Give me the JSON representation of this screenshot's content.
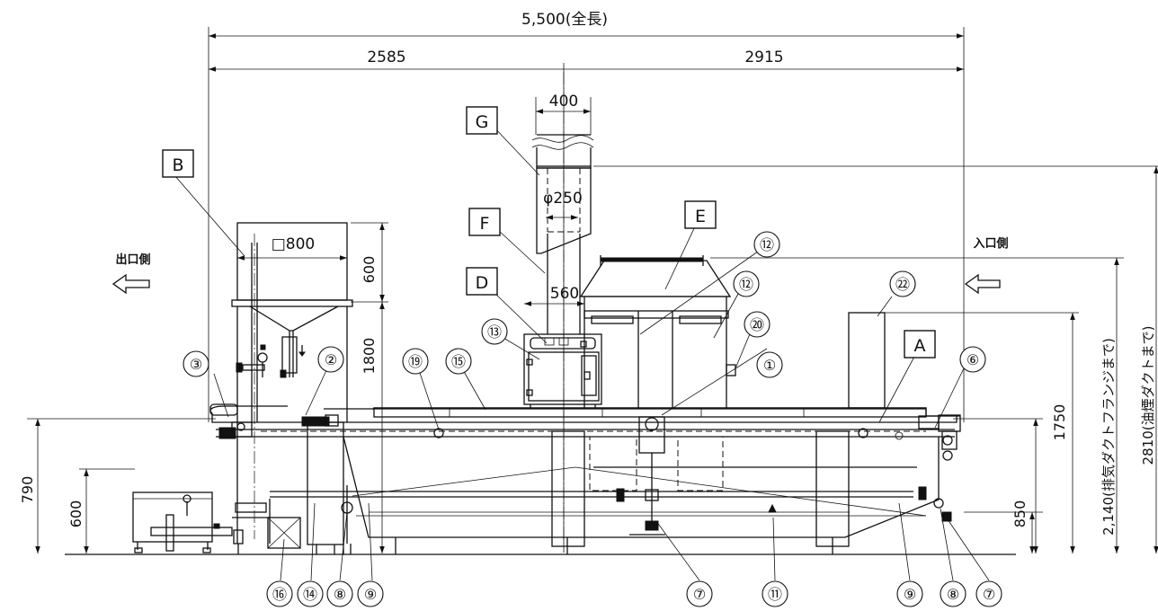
{
  "dimensions": {
    "total_length": "5,500(全長)",
    "left_section": "2585",
    "right_section": "2915",
    "duct_width": "400",
    "duct_diameter": "φ250",
    "hood_width": "560",
    "hopper_size": "□800",
    "hopper_height": "600",
    "frame_height": "1800",
    "height_1750": "1750",
    "height_850": "850",
    "left_790": "790",
    "left_600": "600",
    "oil_duct_flange": "2,140(排気ダクトフランジまで)",
    "oil_duct_top": "2810(油煙ダクトまで)"
  },
  "sides": {
    "outlet": "出口側",
    "inlet": "入口側"
  },
  "letter_labels": [
    "A",
    "B",
    "D",
    "E",
    "F",
    "G"
  ],
  "callouts": [
    "①",
    "②",
    "③",
    "⑥",
    "⑦",
    "⑦",
    "⑧",
    "⑧",
    "⑨",
    "⑨",
    "⑪",
    "⑫",
    "⑫",
    "⑬",
    "⑭",
    "⑮",
    "⑯",
    "⑲",
    "⑳",
    "㉒"
  ]
}
